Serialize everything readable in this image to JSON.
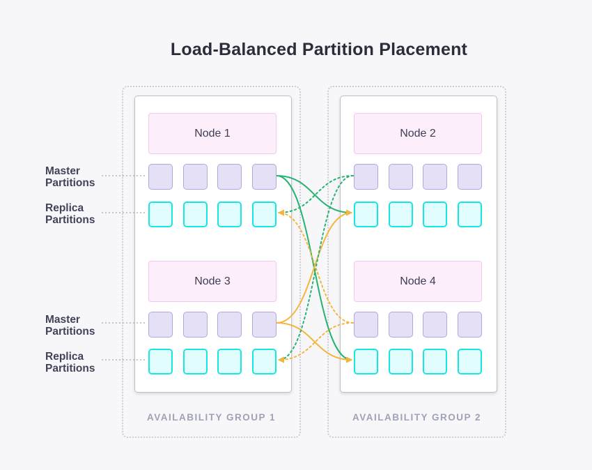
{
  "title": "Load-Balanced Partition Placement",
  "partitions_per_row": 4,
  "groups": [
    {
      "label": "AVAILABILITY GROUP 1",
      "nodes": [
        {
          "name": "Node 1"
        },
        {
          "name": "Node 3"
        }
      ]
    },
    {
      "label": "AVAILABILITY GROUP 2",
      "nodes": [
        {
          "name": "Node 2"
        },
        {
          "name": "Node 4"
        }
      ]
    }
  ],
  "side_labels": [
    {
      "text": "Master Partitions",
      "row": "node1-master"
    },
    {
      "text": "Replica Partitions",
      "row": "node1-replica"
    },
    {
      "text": "Master Partitions",
      "row": "node3-master"
    },
    {
      "text": "Replica Partitions",
      "row": "node3-replica"
    }
  ],
  "arrows": [
    {
      "from": "node1-master",
      "to": "node2-replica",
      "color": "green",
      "style": "solid"
    },
    {
      "from": "node1-master",
      "to": "node4-replica",
      "color": "green",
      "style": "solid"
    },
    {
      "from": "node3-master",
      "to": "node2-replica",
      "color": "amber",
      "style": "solid"
    },
    {
      "from": "node3-master",
      "to": "node4-replica",
      "color": "amber",
      "style": "solid"
    },
    {
      "from": "node2-master",
      "to": "node1-replica",
      "color": "green",
      "style": "dotted"
    },
    {
      "from": "node2-master",
      "to": "node3-replica",
      "color": "green",
      "style": "dotted"
    },
    {
      "from": "node4-master",
      "to": "node1-replica",
      "color": "amber",
      "style": "dotted"
    },
    {
      "from": "node4-master",
      "to": "node3-replica",
      "color": "amber",
      "style": "dotted"
    }
  ],
  "colors": {
    "green": "#25b471",
    "amber": "#f5b53d",
    "connector": "#b4b4c0",
    "master_fill": "#e5e0f5",
    "master_border": "#b0a5dd",
    "replica_fill": "#e2fdfd",
    "replica_border": "#18e6e2",
    "node_header_fill": "#fceffb",
    "node_header_border": "#f4c6ee"
  }
}
